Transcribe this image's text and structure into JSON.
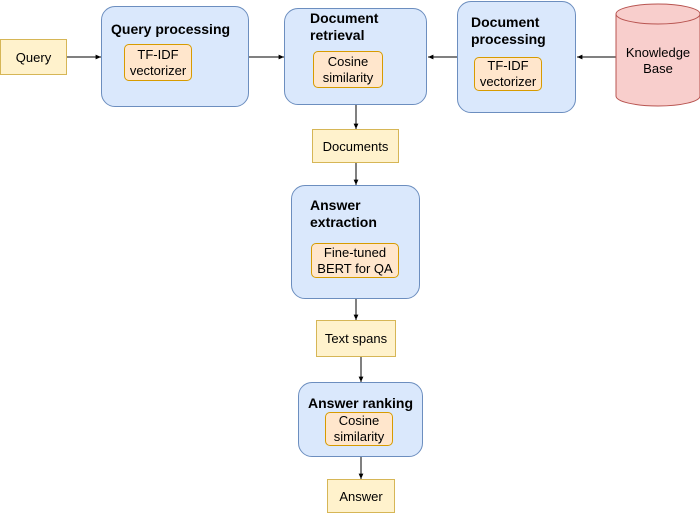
{
  "input": {
    "query": "Query"
  },
  "stages": {
    "query_processing": {
      "title": "Query processing",
      "component": "TF-IDF\nvectorizer"
    },
    "document_retrieval": {
      "title": "Document\nretrieval",
      "component": "Cosine\nsimilarity"
    },
    "document_processing": {
      "title": "Document\nprocessing",
      "component": "TF-IDF\nvectorizer"
    },
    "answer_extraction": {
      "title": "Answer\nextraction",
      "component": "Fine-tuned\nBERT for QA"
    },
    "answer_ranking": {
      "title": "Answer ranking",
      "component": "Cosine\nsimilarity"
    }
  },
  "knowledge_base": {
    "label": "Knowledge\nBase"
  },
  "intermediates": {
    "documents": "Documents",
    "text_spans": "Text spans"
  },
  "output": {
    "answer": "Answer"
  },
  "colors": {
    "stage_fill": "#dae8fc",
    "stage_stroke": "#6c8ebf",
    "component_fill": "#ffe6cc",
    "component_stroke": "#d79b00",
    "io_fill": "#fff2cc",
    "io_stroke": "#d6b656",
    "kb_fill": "#f8cecc",
    "kb_stroke": "#b85450"
  }
}
